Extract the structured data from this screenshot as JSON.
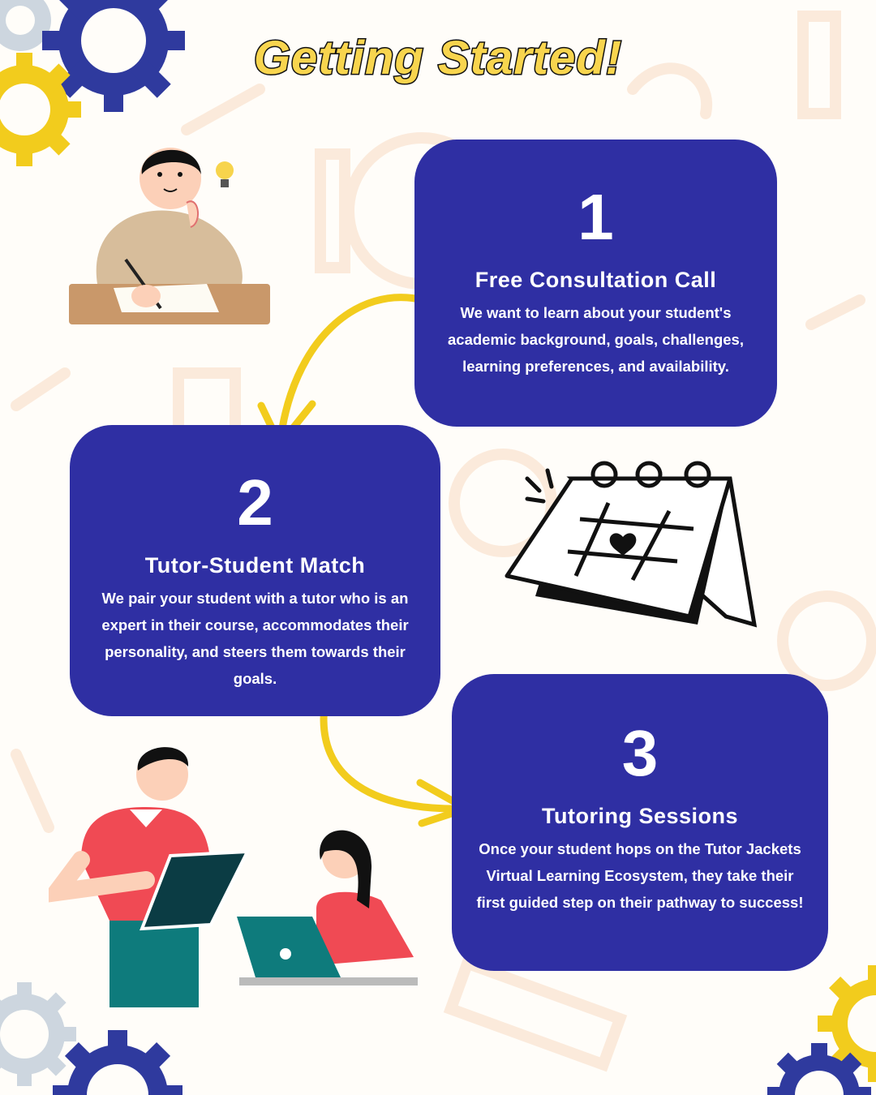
{
  "title": "Getting Started!",
  "steps": [
    {
      "number": "1",
      "heading": "Free Consultation Call",
      "description": "We want to learn about your student's academic background, goals, challenges, learning preferences, and availability."
    },
    {
      "number": "2",
      "heading": "Tutor-Student Match",
      "description": "We pair your student with a tutor who is an expert in their course, accommodates their personality, and steers them towards their goals."
    },
    {
      "number": "3",
      "heading": "Tutoring Sessions",
      "description": "Once your student hops on the Tutor Jackets Virtual Learning Ecosystem, they take their first guided step on their pathway to success!"
    }
  ],
  "colors": {
    "card": "#2f2fa3",
    "accent": "#f8d54e",
    "gear_blue": "#2f3a9e",
    "gear_yellow": "#f2cc1d",
    "gear_gray": "#cdd6df"
  }
}
